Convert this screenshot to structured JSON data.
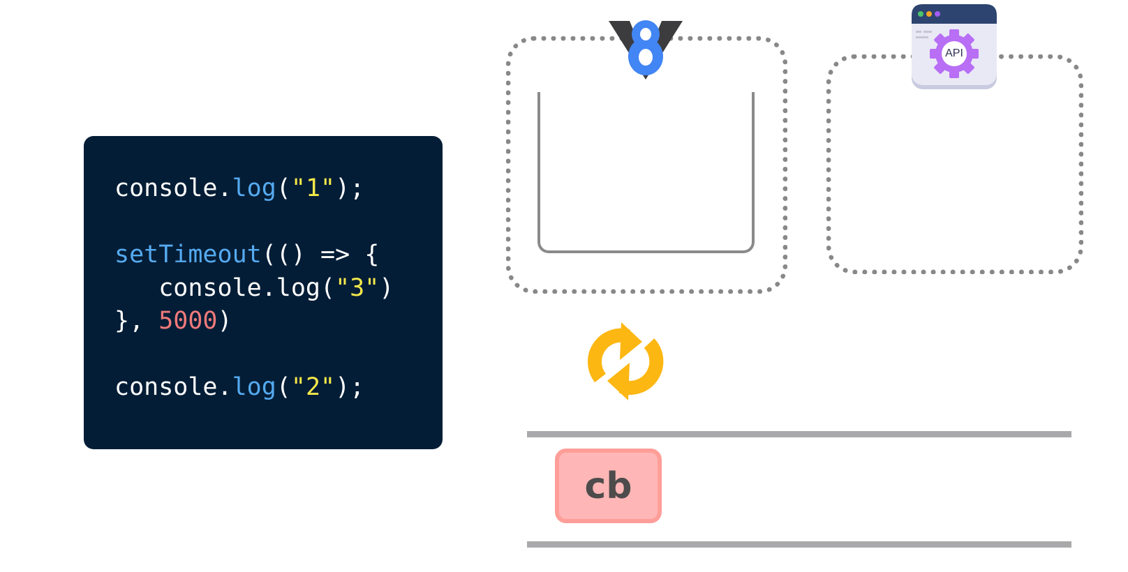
{
  "code": {
    "lines": [
      {
        "parts": [
          "console.",
          "log",
          "(",
          "\"1\"",
          ");"
        ]
      },
      {
        "parts": [
          "setTimeout",
          "(() => {"
        ]
      },
      {
        "parts": [
          "   console.log(",
          "\"3\"",
          ")"
        ]
      },
      {
        "parts": [
          "}, ",
          "5000",
          ")"
        ]
      },
      {
        "parts": [
          "console.",
          "log",
          "(",
          "\"2\"",
          ");"
        ]
      }
    ]
  },
  "web_api": {
    "icon_label": "API"
  },
  "callback_queue": {
    "items": [
      {
        "label": "cb"
      }
    ]
  },
  "colors": {
    "code_bg": "#041d36",
    "keyword": "#55aaf0",
    "string": "#f4e94a",
    "number": "#f07a7a",
    "loop": "#fdb713",
    "cb_bg": "#ffb6b6",
    "v8_blue": "#4285f4"
  }
}
